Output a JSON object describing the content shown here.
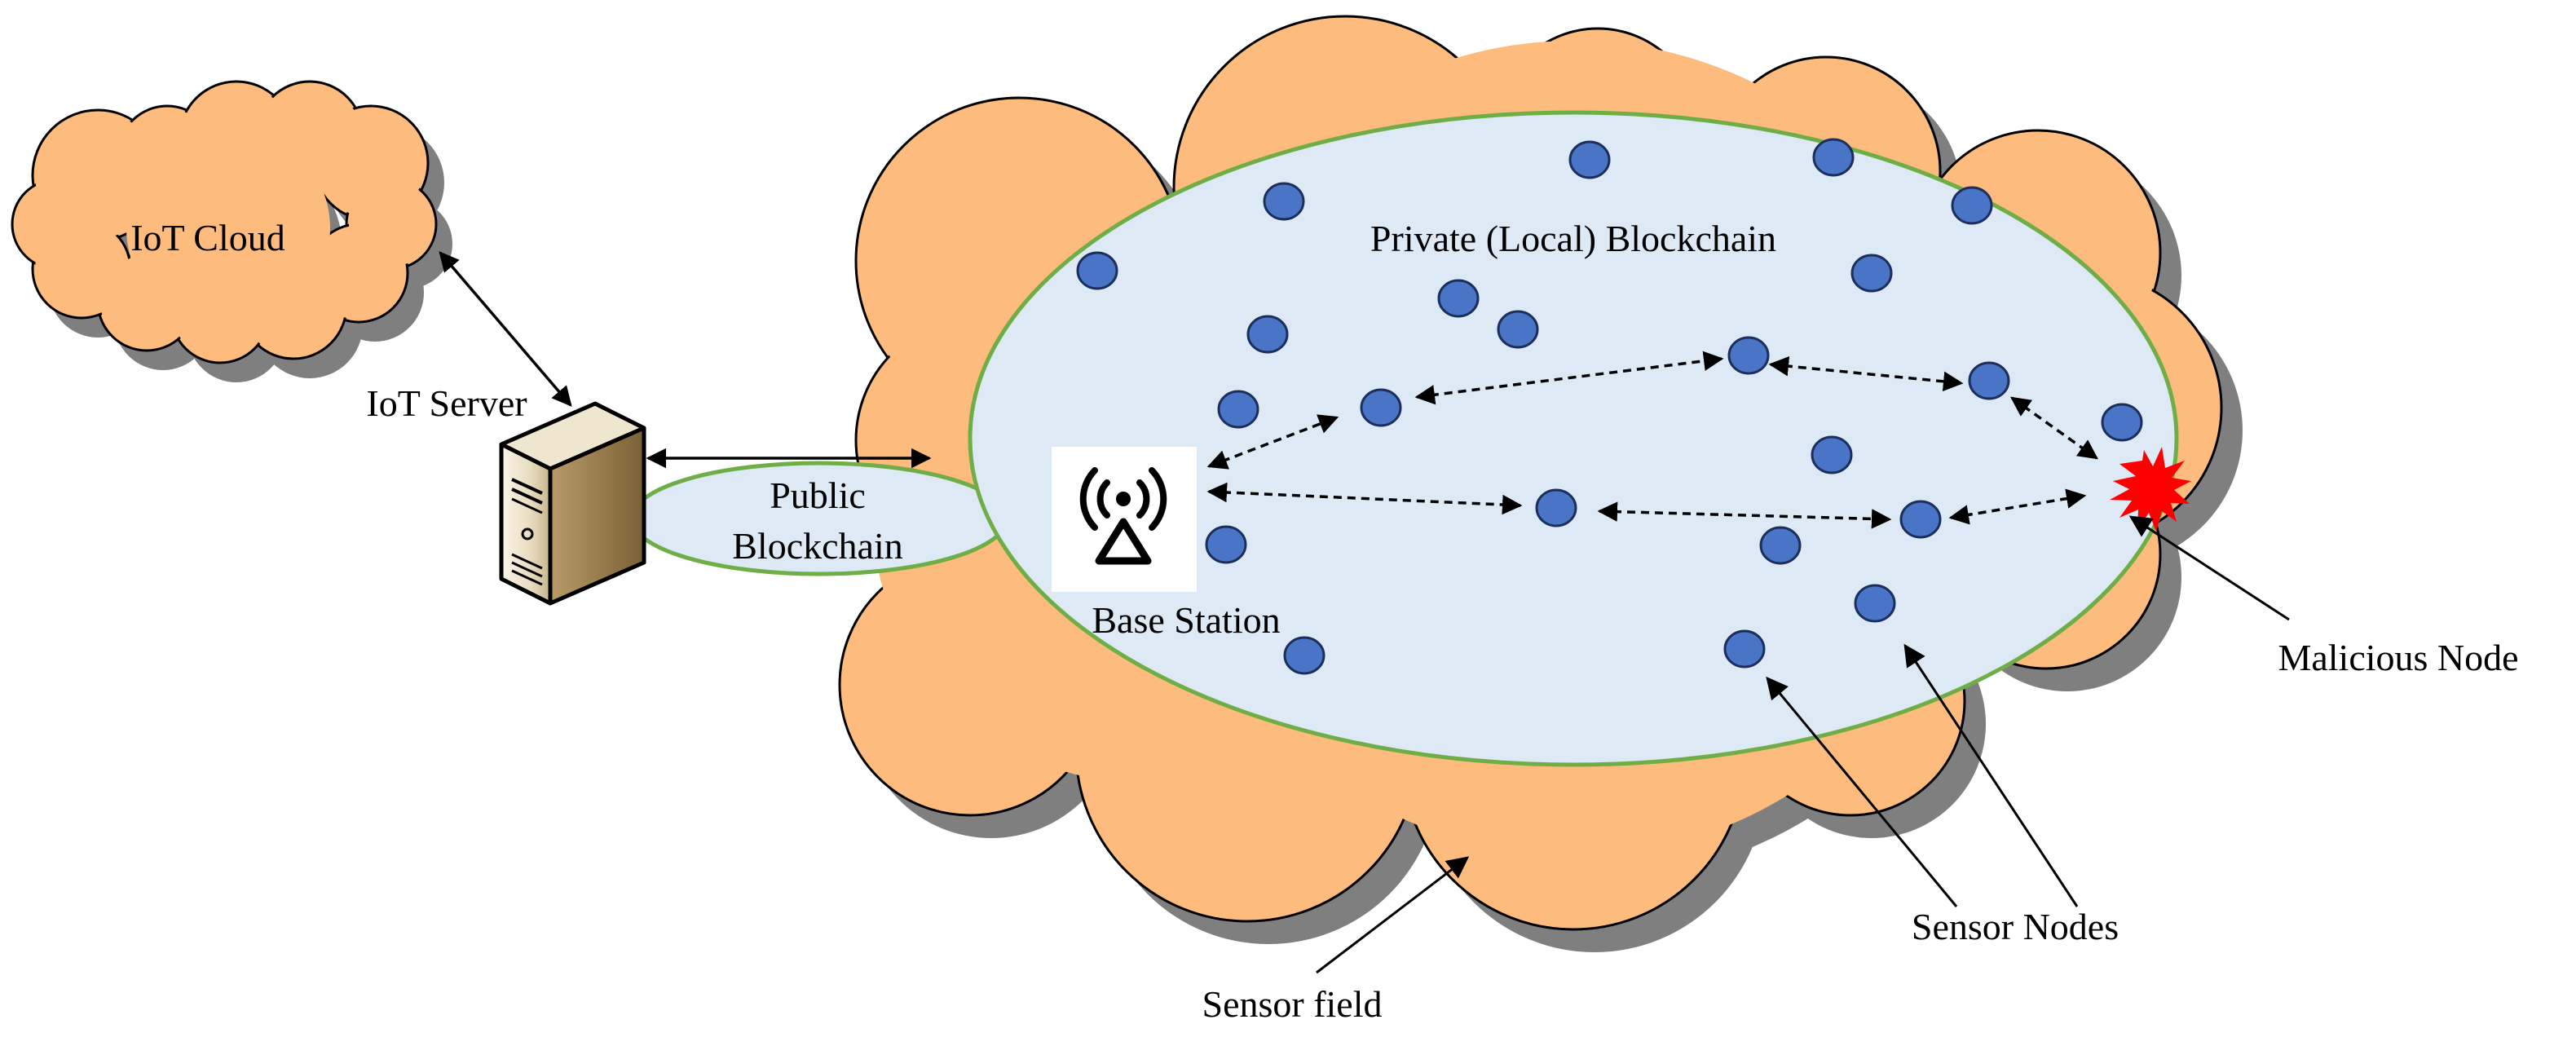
{
  "labels": {
    "iot_cloud": "IoT Cloud",
    "iot_server": "IoT Server",
    "public_blockchain_line1": "Public",
    "public_blockchain_line2": "Blockchain",
    "private_blockchain": "Private (Local) Blockchain",
    "base_station": "Base Station",
    "malicious_node": "Malicious Node",
    "sensor_nodes": "Sensor Nodes",
    "sensor_field": "Sensor field"
  },
  "colors": {
    "cloud_fill": "#FDBB7D",
    "ellipse_fill": "#DEE9F6",
    "ellipse_stroke": "#6FAE46",
    "node_fill": "#4A74C6",
    "node_stroke": "#1C2F5C",
    "malicious": "#FF0000",
    "shadow": "#7F7F7F"
  },
  "icons": {
    "base_station": "antenna-tower-icon",
    "server": "server-tower-icon",
    "malicious": "explosion-star-icon"
  }
}
